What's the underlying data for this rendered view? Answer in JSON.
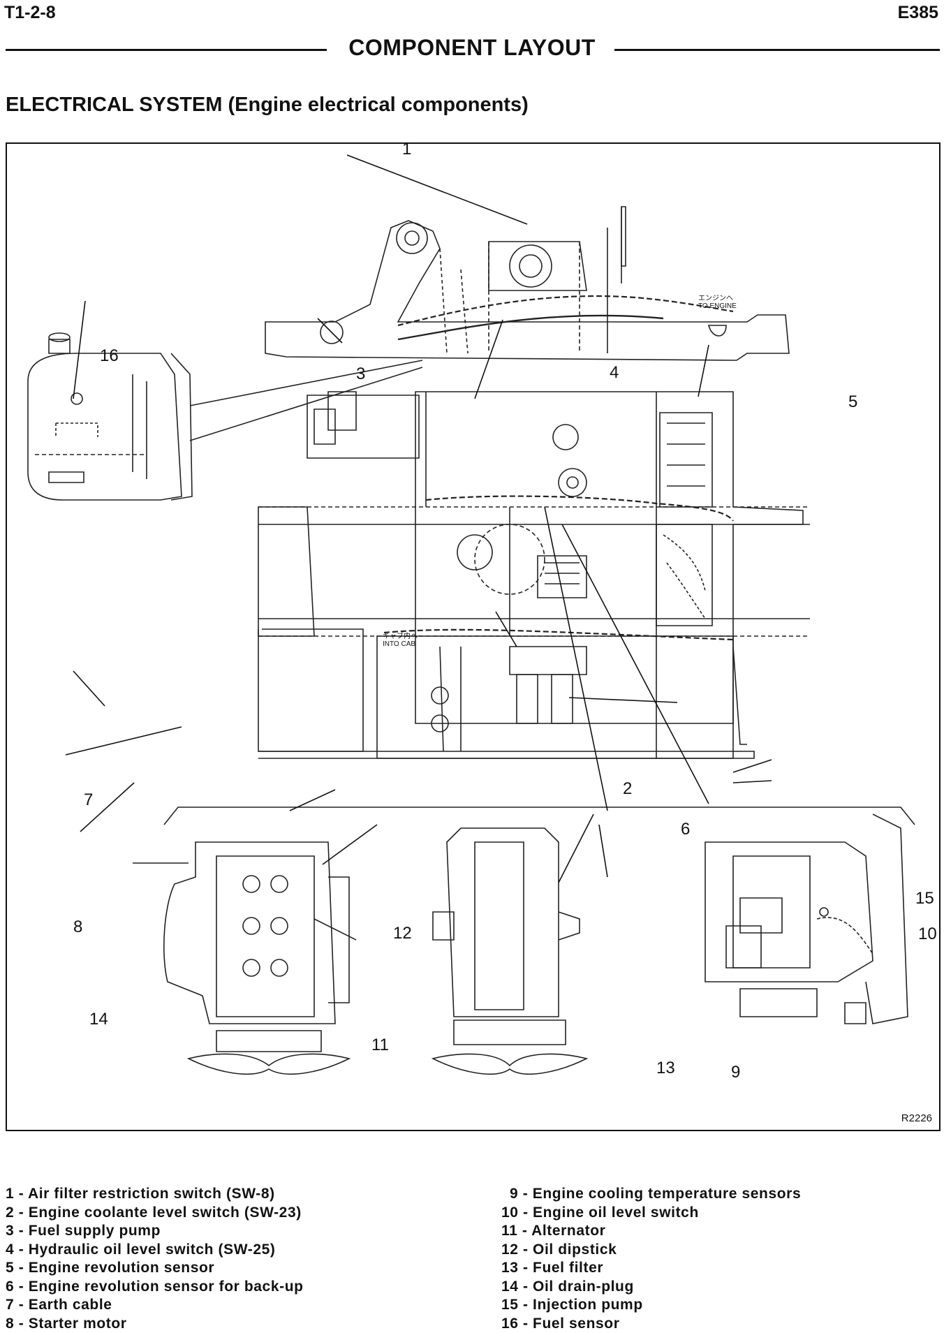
{
  "header": {
    "page_number": "T1-2-8",
    "model": "E385",
    "title": "COMPONENT LAYOUT",
    "section": "ELECTRICAL SYSTEM (Engine electrical components)"
  },
  "figure": {
    "ref_code": "R2226",
    "labels": {
      "l1": "1",
      "l2": "2",
      "l3": "3",
      "l4": "4",
      "l5": "5",
      "l6": "6",
      "l7": "7",
      "l8": "8",
      "l9": "9",
      "l10": "10",
      "l11": "11",
      "l12": "12",
      "l13": "13",
      "l14": "14",
      "l15": "15",
      "l16": "16"
    },
    "annotations": {
      "to_engine_jp": "エンジンへ",
      "to_engine": "TO ENGINE",
      "into_cab_jp": "キャブ内へ",
      "into_cab": "INTO CAB"
    }
  },
  "legend": {
    "left": [
      "1 -  Air  filter  restriction  switch  (SW-8)",
      "2 -  Engine  coolante  level  switch  (SW-23)",
      "3 -  Fuel  supply  pump",
      "4 -  Hydraulic  oil  level  switch  (SW-25)",
      "5 -  Engine  revolution  sensor",
      "6 -  Engine  revolution  sensor  for  back-up",
      "7 -  Earth  cable",
      "8 -  Starter  motor"
    ],
    "right": [
      "9 - Engine  cooling  temperature  sensors",
      "10 - Engine  oil  level  switch",
      "11 - Alternator",
      "12 - Oil  dipstick",
      "13 - Fuel  filter",
      "14 - Oil  drain-plug",
      "15 - Injection  pump",
      "16 - Fuel  sensor"
    ]
  }
}
